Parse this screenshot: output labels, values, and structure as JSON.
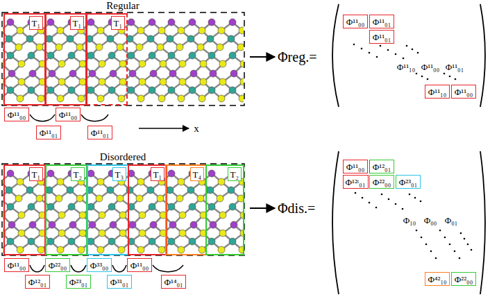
{
  "diagram": {
    "nodes": [
      {
        "text": [
          "T₁"
        ]
      },
      {
        "text": [
          "T₁"
        ]
      },
      {
        "text": [
          "T₁"
        ]
      },
      {
        "text": [
          "Φ¹¹₀₀"
        ]
      },
      {
        "text": [
          "Φ¹¹₀₀"
        ]
      },
      {
        "text": [
          "Φ¹¹₀₁"
        ]
      },
      {
        "text": [
          "Φ¹¹₀₁"
        ]
      },
      {
        "text": [
          "Φ¹¹₀₀"
        ]
      },
      {
        "text": [
          "Φ¹¹₀₁"
        ]
      },
      {
        "text": [
          "Φ¹¹₀₁"
        ]
      },
      {
        "text": [
          "Φ¹¹₁₀"
        ]
      },
      {
        "text": [
          "Φ¹¹₀₀"
        ]
      },
      {
        "text": [
          "T₁"
        ]
      },
      {
        "text": [
          "T₂"
        ]
      },
      {
        "text": [
          "T₃"
        ]
      },
      {
        "text": [
          "T₁"
        ]
      },
      {
        "text": [
          "T₄"
        ]
      },
      {
        "text": [
          "T₂"
        ]
      },
      {
        "text": [
          "Φ¹¹₀₀"
        ]
      },
      {
        "text": [
          "Φ²²₀₀"
        ]
      },
      {
        "text": [
          "Φ³³₀₀"
        ]
      },
      {
        "text": [
          "Φ¹¹₀₀"
        ]
      },
      {
        "text": [
          "Φ¹²₀₁"
        ]
      },
      {
        "text": [
          "Φ²³₀₁"
        ]
      },
      {
        "text": [
          "Φ³¹₀₁"
        ]
      },
      {
        "text": [
          "Φ¹⁴₀₁"
        ]
      },
      {
        "text": [
          "Φ¹¹₀₀"
        ]
      },
      {
        "text": [
          "Φ¹²₀₁"
        ]
      },
      {
        "text": [
          "Φ¹²ᵗ₀₁"
        ]
      },
      {
        "text": [
          "Φ²²₀₀"
        ]
      },
      {
        "text": [
          "Φ²³₀₁"
        ]
      },
      {
        "text": [
          "Φ⁴²₁₀"
        ]
      },
      {
        "text": [
          "Φ²²₀₀"
        ]
      }
    ],
    "labels": [
      "Regular",
      "x",
      "Φreg.=",
      "Φ¹¹₁₀",
      "Φ¹¹₀₀",
      "Φ¹¹₀₁",
      "Disordered",
      "Φdis.=",
      "Φ₁₀",
      "Φ₀₀",
      "Φ₀₁"
    ]
  }
}
